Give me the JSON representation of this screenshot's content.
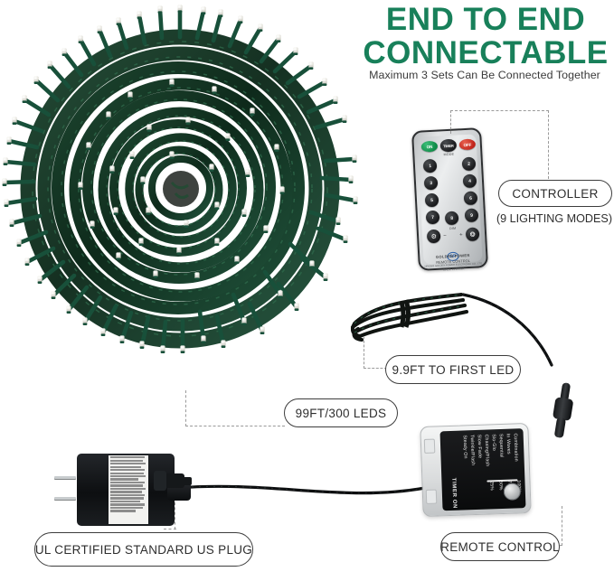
{
  "headline": {
    "line1": "END TO END",
    "line2": "CONNECTABLE",
    "subtitle": "Maximum 3 Sets Can Be Connected Together",
    "accent_color": "#18805a"
  },
  "callouts": {
    "controller": "CONTROLLER",
    "controller_note": "(9 LIGHTING MODES)",
    "first_led": "9.9FT TO FIRST LED",
    "length": "99FT/300 LEDS",
    "plug": "UL CERTIFIED STANDARD US PLUG",
    "remote_control": "REMOTE CONTROL"
  },
  "remote": {
    "on": "ON",
    "timer": "TIMER",
    "off": "OFF",
    "mode_label": "MODE",
    "dim_label": "DIM",
    "minus": "−",
    "plus": "+",
    "numbers": [
      "1",
      "2",
      "3",
      "4",
      "5",
      "6",
      "7",
      "8",
      "9"
    ],
    "brand_mark": "GP",
    "brand": "GOLDEN POWER",
    "product": "REMOTE CONTROL",
    "maker": "NINGBO GOLDEN POWER ELECTRONIC CO., LTD",
    "origin": "MADE IN CHINA"
  },
  "control_box": {
    "timer_label": "TIMER ON",
    "modes": [
      "Combination",
      "In Waves",
      "Sequential",
      "Slo-Glo",
      "Chasing/Flash",
      "Slow Fade",
      "Twinkle/Flash",
      "Steady On"
    ],
    "brightness": [
      "100%",
      "75%",
      "50%",
      "25%"
    ]
  },
  "adapter": {
    "plug_type": "US 2-prong",
    "label_text": "safety warning label"
  },
  "product": {
    "wire_color": "#12301f",
    "bulb_color": "#f4f4ef",
    "length_ft": "99FT",
    "led_count": "300"
  }
}
